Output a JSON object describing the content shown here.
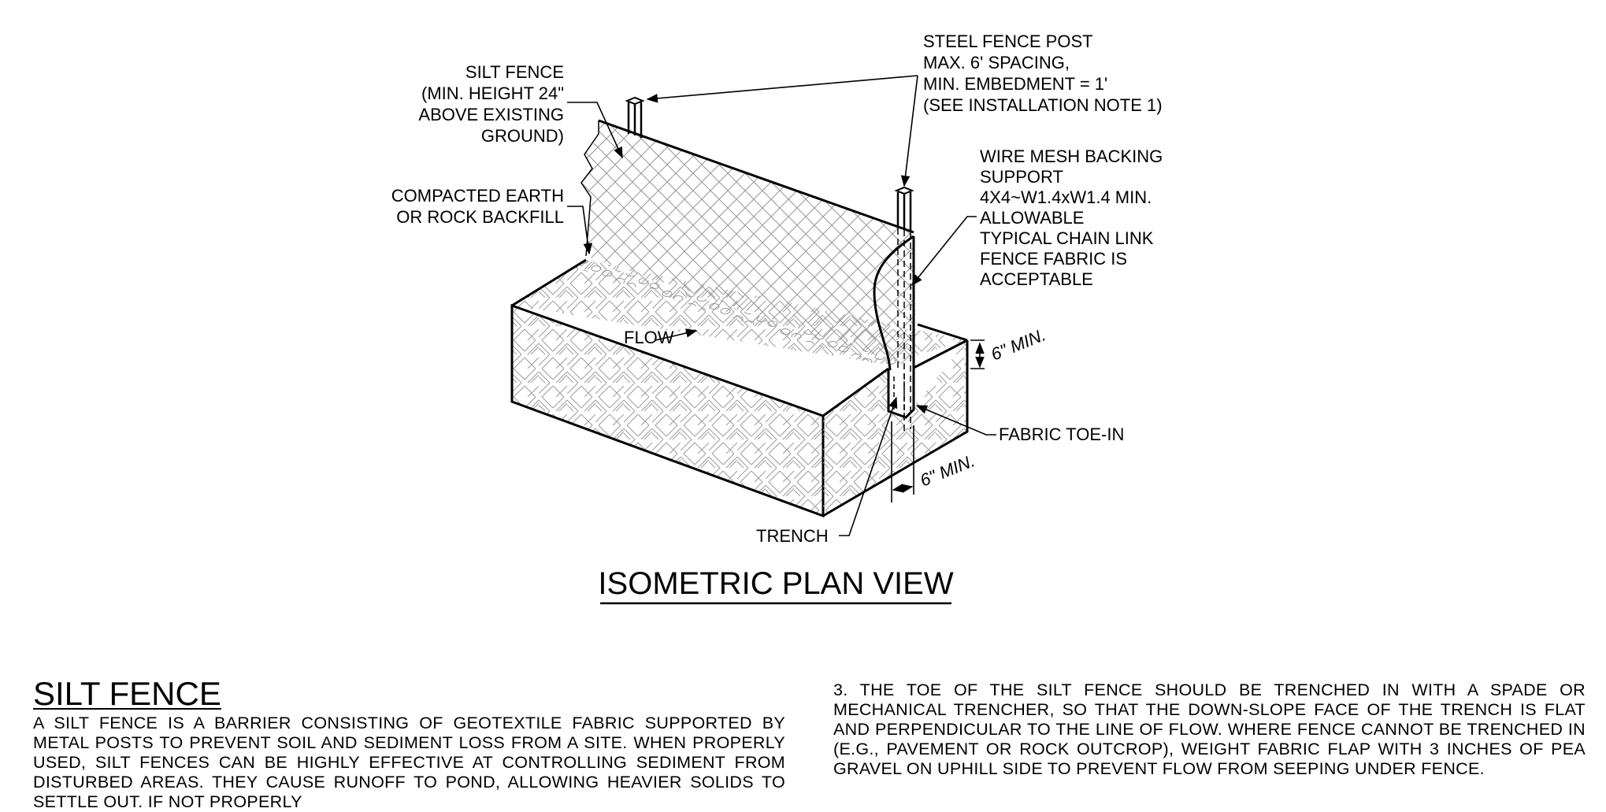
{
  "diagram": {
    "title": "ISOMETRIC PLAN VIEW",
    "labels": {
      "silt_fence": [
        "SILT FENCE",
        "(MIN. HEIGHT 24\"",
        "ABOVE EXISTING",
        "GROUND)"
      ],
      "backfill": [
        "COMPACTED EARTH",
        "OR ROCK BACKFILL"
      ],
      "steel_post": [
        "STEEL FENCE POST",
        "MAX. 6' SPACING,",
        "MIN. EMBEDMENT = 1'",
        "(SEE INSTALLATION NOTE 1)"
      ],
      "wire_mesh": [
        "WIRE MESH BACKING",
        "SUPPORT",
        "4X4~W1.4xW1.4 MIN.",
        "ALLOWABLE",
        "TYPICAL CHAIN LINK",
        "FENCE FABRIC IS",
        "ACCEPTABLE"
      ],
      "flow": "FLOW",
      "dim_top": "6\" MIN.",
      "dim_bottom": "6\" MIN.",
      "fabric_toe_in": "FABRIC TOE-IN",
      "trench": "TRENCH"
    }
  },
  "text": {
    "section_title": "SILT FENCE",
    "description": "A SILT FENCE IS A BARRIER CONSISTING OF GEOTEXTILE FABRIC SUPPORTED BY METAL POSTS TO PREVENT SOIL AND SEDIMENT LOSS FROM A SITE. WHEN PROPERLY USED, SILT FENCES CAN BE HIGHLY EFFECTIVE AT CONTROLLING SEDIMENT FROM DISTURBED AREAS. THEY CAUSE RUNOFF TO POND, ALLOWING HEAVIER SOLIDS TO SETTLE OUT. IF NOT PROPERLY",
    "note_3": "3. THE TOE OF THE SILT FENCE SHOULD BE TRENCHED IN WITH A SPADE OR MECHANICAL TRENCHER, SO THAT THE DOWN-SLOPE FACE OF THE TRENCH IS FLAT AND PERPENDICULAR TO THE LINE OF FLOW. WHERE FENCE CANNOT BE TRENCHED IN (E.G., PAVEMENT OR ROCK OUTCROP), WEIGHT FABRIC FLAP WITH 3 INCHES OF PEA GRAVEL ON UPHILL SIDE TO PREVENT FLOW FROM SEEPING UNDER FENCE."
  }
}
